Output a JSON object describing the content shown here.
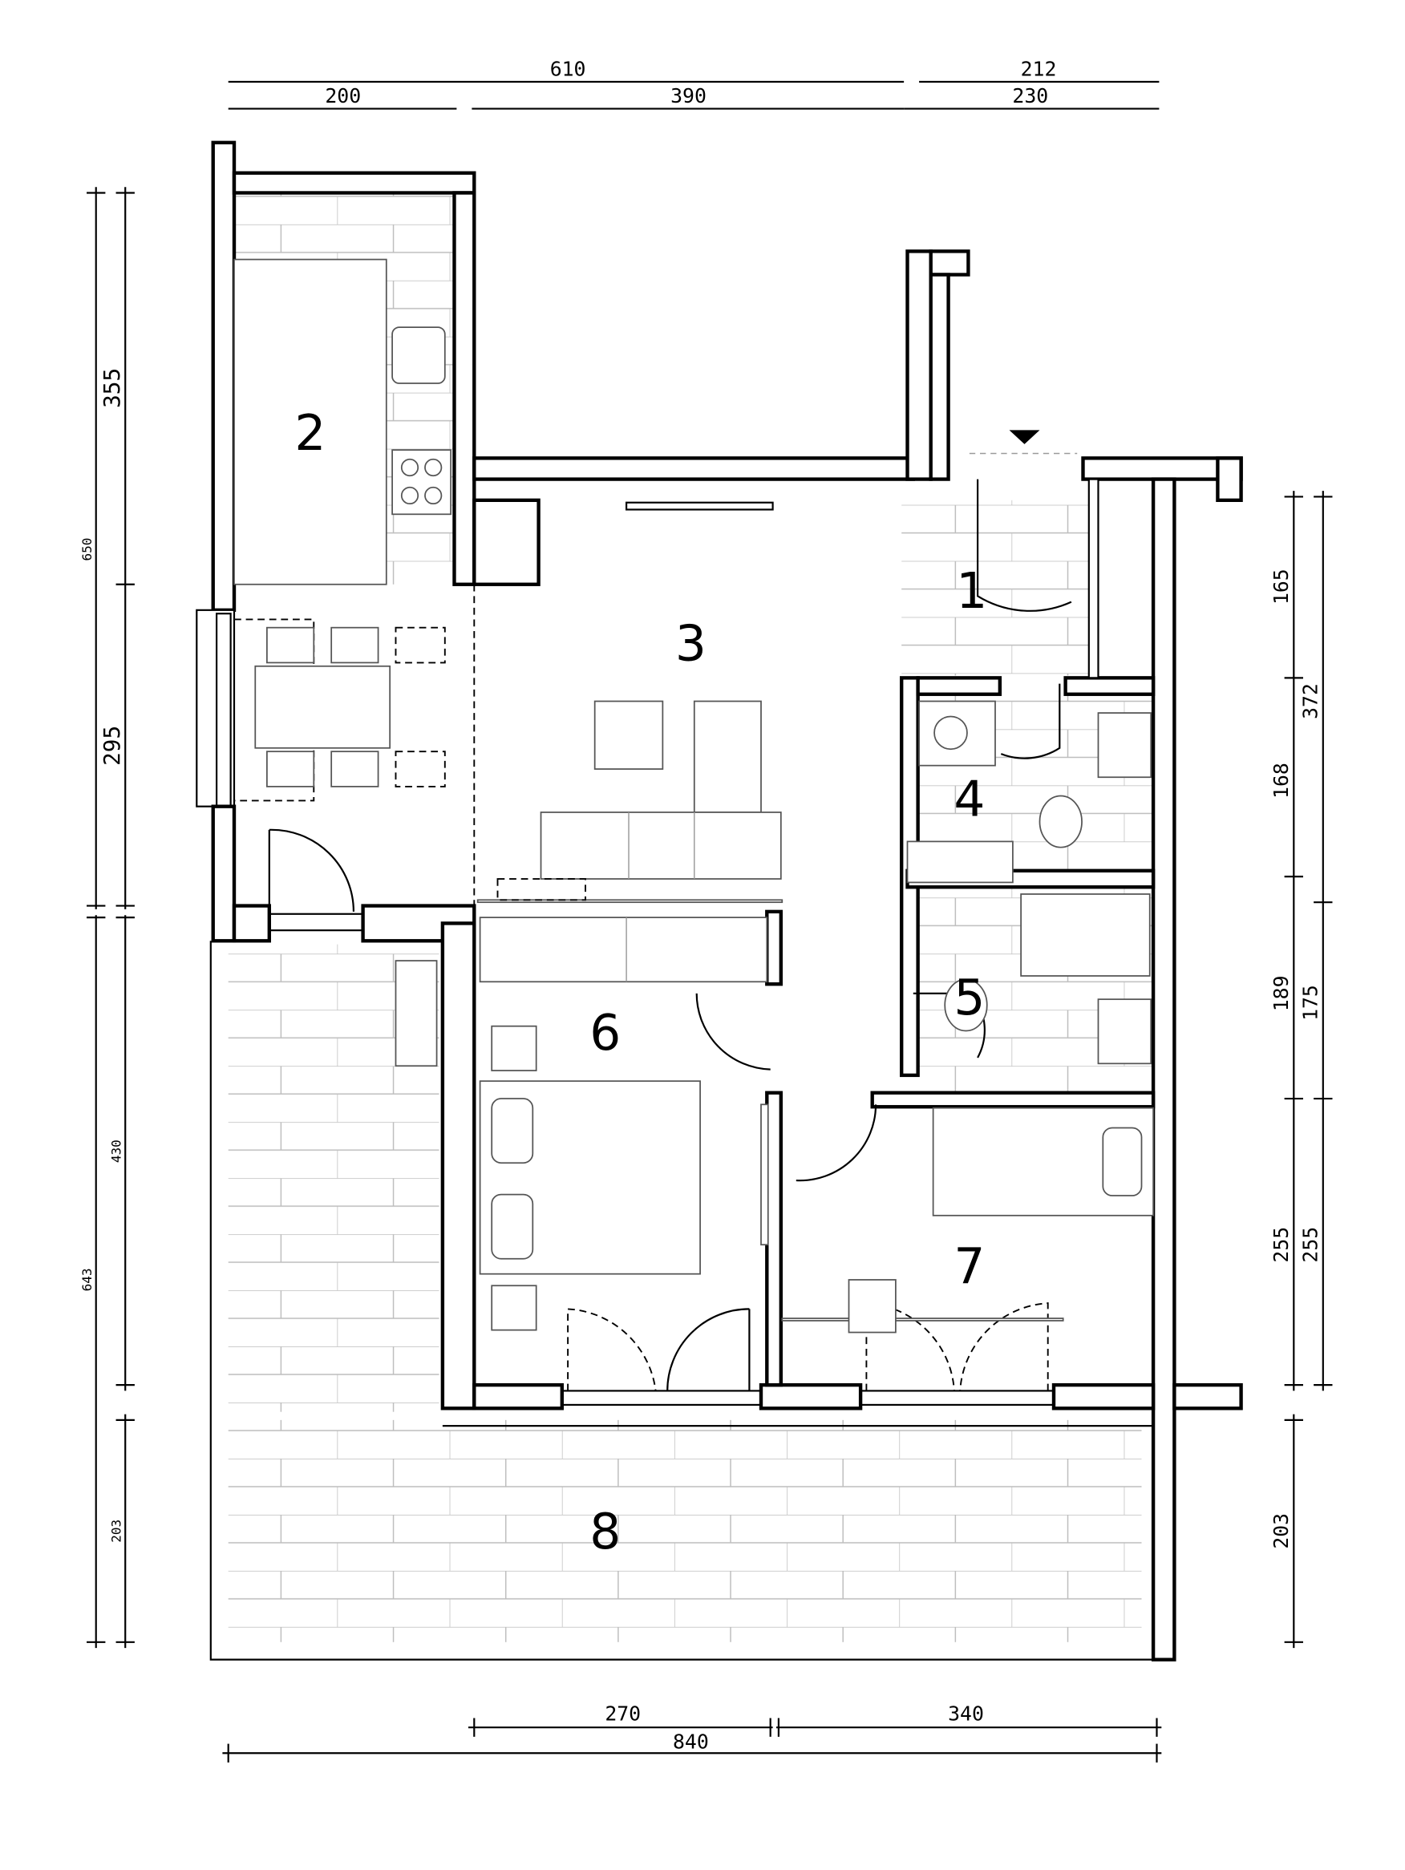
{
  "plan": {
    "rooms": [
      {
        "number": "1"
      },
      {
        "number": "2"
      },
      {
        "number": "3"
      },
      {
        "number": "4"
      },
      {
        "number": "5"
      },
      {
        "number": "6"
      },
      {
        "number": "7"
      },
      {
        "number": "8"
      }
    ],
    "dimensions": {
      "top_outer": [
        "610",
        "212"
      ],
      "top_inner": [
        "200",
        "390",
        "230"
      ],
      "left_outer": [
        "650",
        "643"
      ],
      "left_inner": [
        "355",
        "295",
        "430",
        "203"
      ],
      "right_inner": [
        "165",
        "168",
        "189",
        "255",
        "203"
      ],
      "right_outer": [
        "372",
        "175",
        "255"
      ],
      "bottom_upper": [
        "270",
        "340"
      ],
      "bottom_total": "840"
    },
    "entrance_marker": "triangle-down"
  }
}
